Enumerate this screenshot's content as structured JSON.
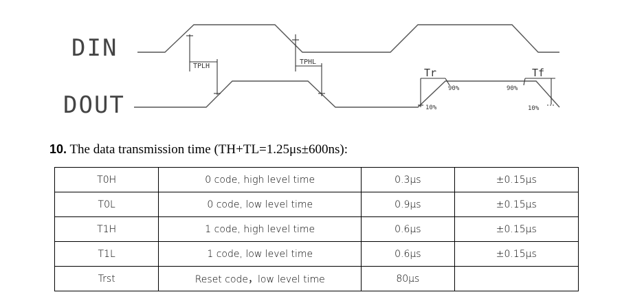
{
  "diagram": {
    "din_label": "DIN",
    "dout_label": "DOUT",
    "tplh": "TPLH",
    "tphl": "TPHL",
    "tr": "Tr",
    "tf": "Tf",
    "pct90_rise": "90%",
    "pct10_rise": "10%",
    "pct90_fall": "90%",
    "pct10_fall": "10%"
  },
  "section": {
    "number": "10.",
    "title": "The data transmission time (TH+TL=1.25μs±600ns):"
  },
  "table": {
    "rows": [
      [
        "T0H",
        "0 code, high level time",
        "0.3μs",
        "±0.15μs"
      ],
      [
        "T0L",
        "0 code, low level time",
        "0.9μs",
        "±0.15μs"
      ],
      [
        "T1H",
        "1 code, high level time",
        "0.6μs",
        "±0.15μs"
      ],
      [
        "T1L",
        "1 code, low level time",
        "0.6μs",
        "±0.15μs"
      ],
      [
        "Trst",
        "Reset code，low level time",
        "80μs",
        ""
      ]
    ]
  }
}
